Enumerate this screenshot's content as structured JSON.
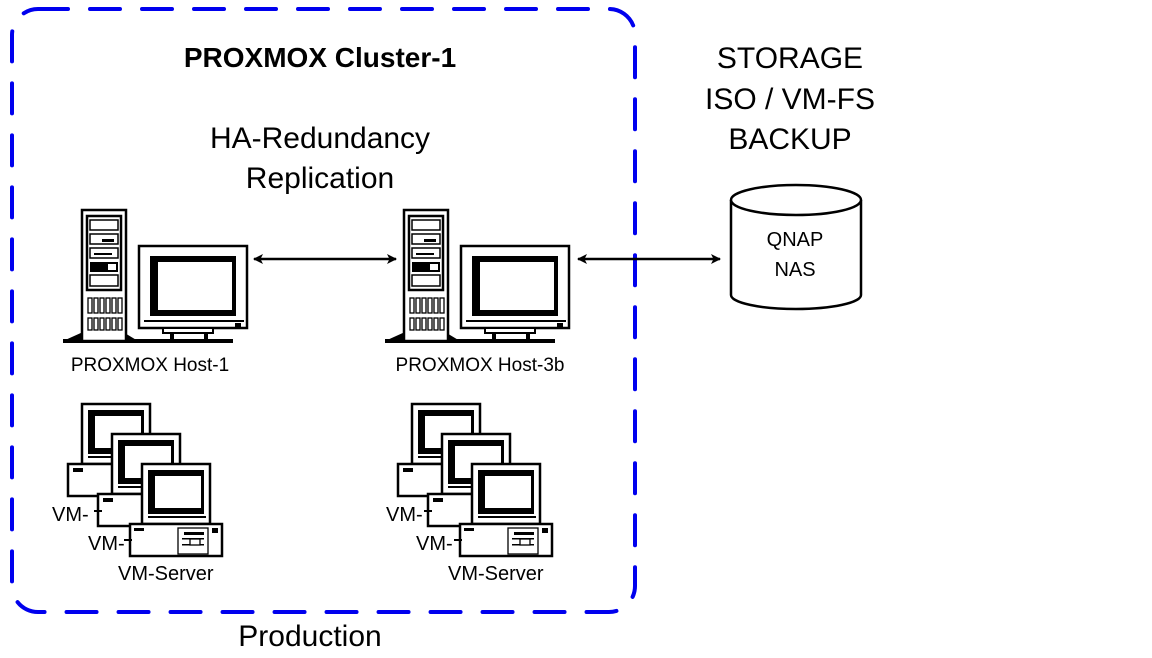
{
  "diagram": {
    "cluster": {
      "title": "PROXMOX Cluster-1",
      "subtitle_line1": "HA-Redundancy",
      "subtitle_line2": "Replication",
      "boundary_color": "#0000ee",
      "zone_label": "Production"
    },
    "hosts": [
      {
        "label": "PROXMOX Host-1",
        "icon": "server-workstation-icon"
      },
      {
        "label": "PROXMOX Host-3b",
        "icon": "server-workstation-icon"
      }
    ],
    "vm_groups": [
      {
        "vm_labels": [
          "VM-",
          "VM-"
        ],
        "server_label": "VM-Server",
        "icon": "vm-stack-icon"
      },
      {
        "vm_labels": [
          "VM-",
          "VM-"
        ],
        "server_label": "VM-Server",
        "icon": "vm-stack-icon"
      }
    ],
    "storage": {
      "heading_line1": "STORAGE",
      "heading_line2": "ISO / VM-FS",
      "heading_line3": "BACKUP",
      "device_line1": "QNAP",
      "device_line2": "NAS",
      "icon": "database-cylinder-icon"
    },
    "connections": [
      {
        "from": "PROXMOX Host-1",
        "to": "PROXMOX Host-3b",
        "type": "bidirectional"
      },
      {
        "from": "PROXMOX Host-3b",
        "to": "QNAP NAS",
        "type": "bidirectional"
      }
    ]
  }
}
